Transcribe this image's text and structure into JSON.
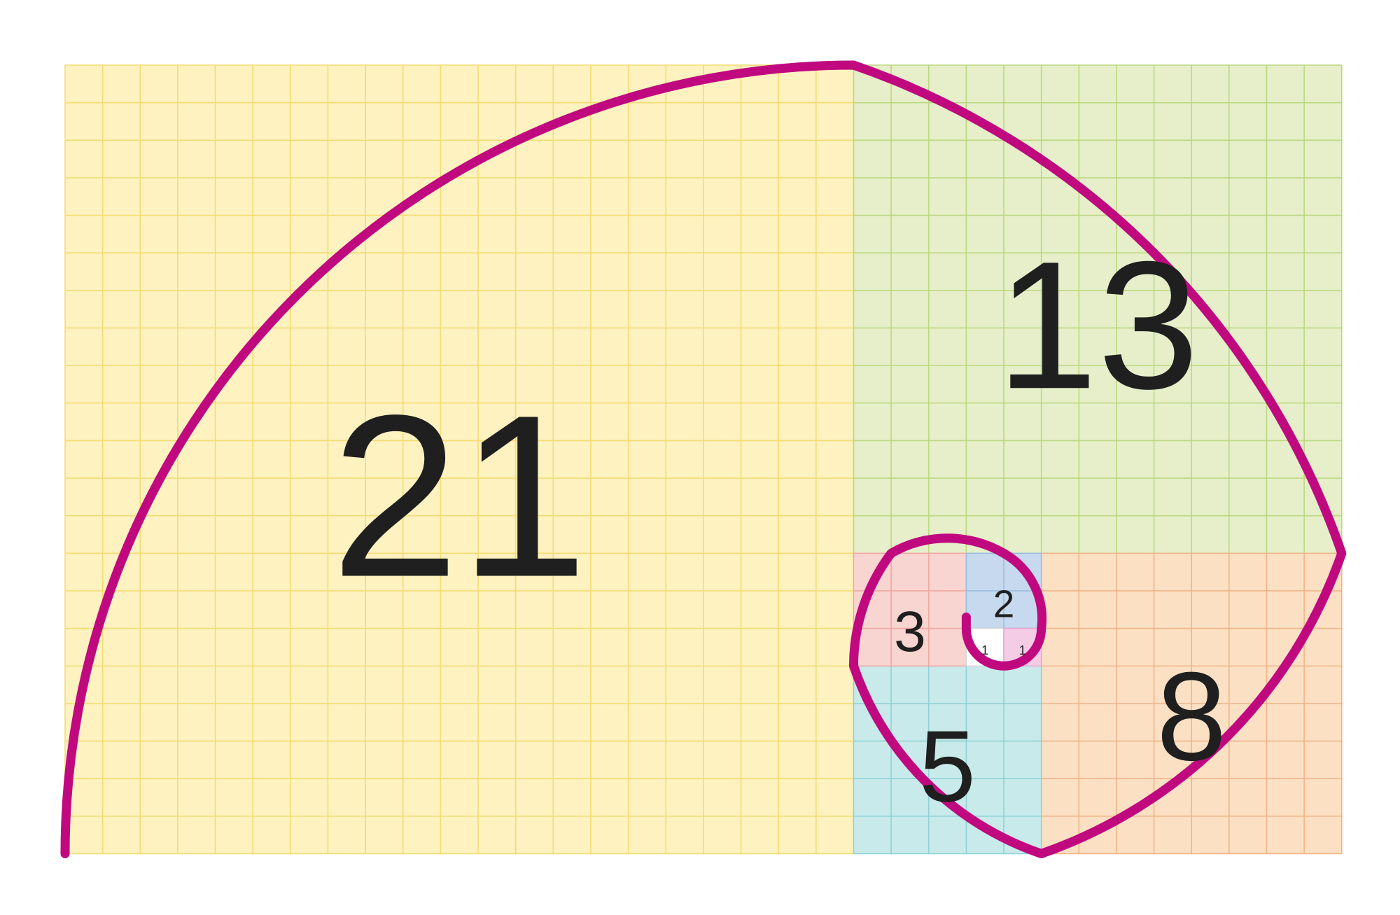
{
  "diagram": {
    "spiral_color": "#c0087f",
    "label_color": "#1f1f1f",
    "squares": [
      {
        "id": "sq21",
        "label": "21",
        "side": 21,
        "fill": "#fdf2c0",
        "grid": "#f3dc72"
      },
      {
        "id": "sq13",
        "label": "13",
        "side": 13,
        "fill": "#e6efca",
        "grid": "#bcd87f"
      },
      {
        "id": "sq8",
        "label": "8",
        "side": 8,
        "fill": "#fbe0c4",
        "grid": "#f1b487"
      },
      {
        "id": "sq5",
        "label": "5",
        "side": 5,
        "fill": "#c9eaea",
        "grid": "#8fd2d6"
      },
      {
        "id": "sq3",
        "label": "3",
        "side": 3,
        "fill": "#f8d5d0",
        "grid": "#f0a8a2"
      },
      {
        "id": "sq2",
        "label": "2",
        "side": 2,
        "fill": "#c7d9ee",
        "grid": "#9cbde0"
      },
      {
        "id": "sq1a",
        "label": "1",
        "side": 1,
        "fill": "#ffffff",
        "grid": "#d8d8d8"
      },
      {
        "id": "sq1b",
        "label": "1",
        "side": 1,
        "fill": "#f4cce6",
        "grid": "#e6a8d2"
      }
    ]
  }
}
